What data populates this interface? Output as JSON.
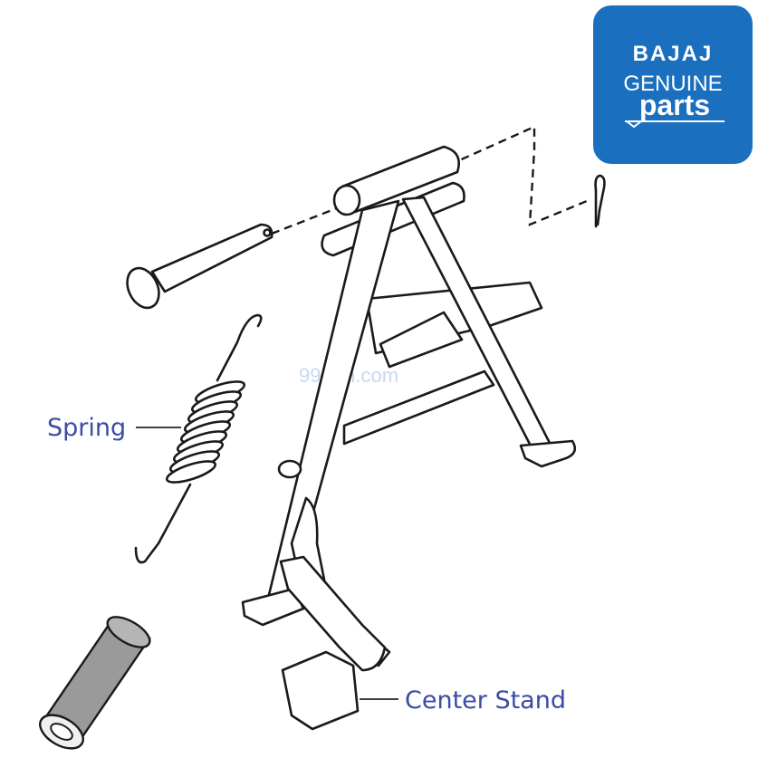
{
  "labels": {
    "spring": "Spring",
    "center_stand": "Center Stand"
  },
  "logo": {
    "brand": "BAJAJ",
    "line1": "GENUINE",
    "line2": "parts"
  },
  "watermark": "99rpm.com",
  "colors": {
    "label_text": "#3b4ba6",
    "logo_bg": "#1a6fbf",
    "logo_text": "#ffffff",
    "outline": "#1a1a1a",
    "watermark": "#c9d8ee"
  }
}
